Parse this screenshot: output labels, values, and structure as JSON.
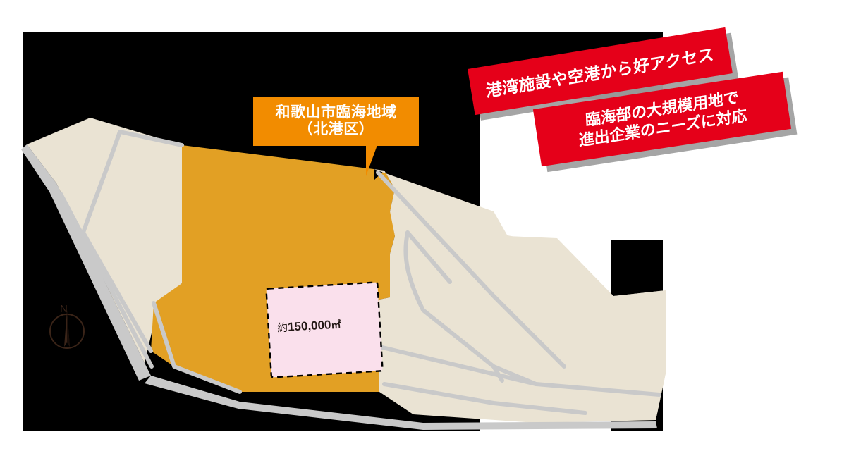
{
  "figure": {
    "kind": "illustrated-area-map",
    "title_region": "和歌山市臨海地域（北港区）"
  },
  "colors": {
    "orange_zone": "#E2A024",
    "callout_orange": "#F28C00",
    "banner_red": "#E50019",
    "banner_shadow": "#A6A6A6",
    "land_beige": "#EAE3D3",
    "road_gray": "#C9C9C9",
    "parcel_pink": "#FAE0EC",
    "parcel_border": "#000000",
    "backdrop_black": "#000000",
    "backdrop_white": "#FFFFFF",
    "compass_brown": "#3A2418"
  },
  "callout": {
    "line1": "和歌山市臨海地域",
    "line2": "（北港区）"
  },
  "banners": [
    {
      "id": "banner-access",
      "text": "港湾施設や空港から好アクセス"
    },
    {
      "id": "banner-needs",
      "line1": "臨海部の大規模用地で",
      "line2": "進出企業のニーズに対応"
    }
  ],
  "parcel": {
    "prefix": "約",
    "value": "150,000",
    "unit": "㎡",
    "full": "約150,000㎡"
  },
  "compass": {
    "north_label": "N"
  }
}
